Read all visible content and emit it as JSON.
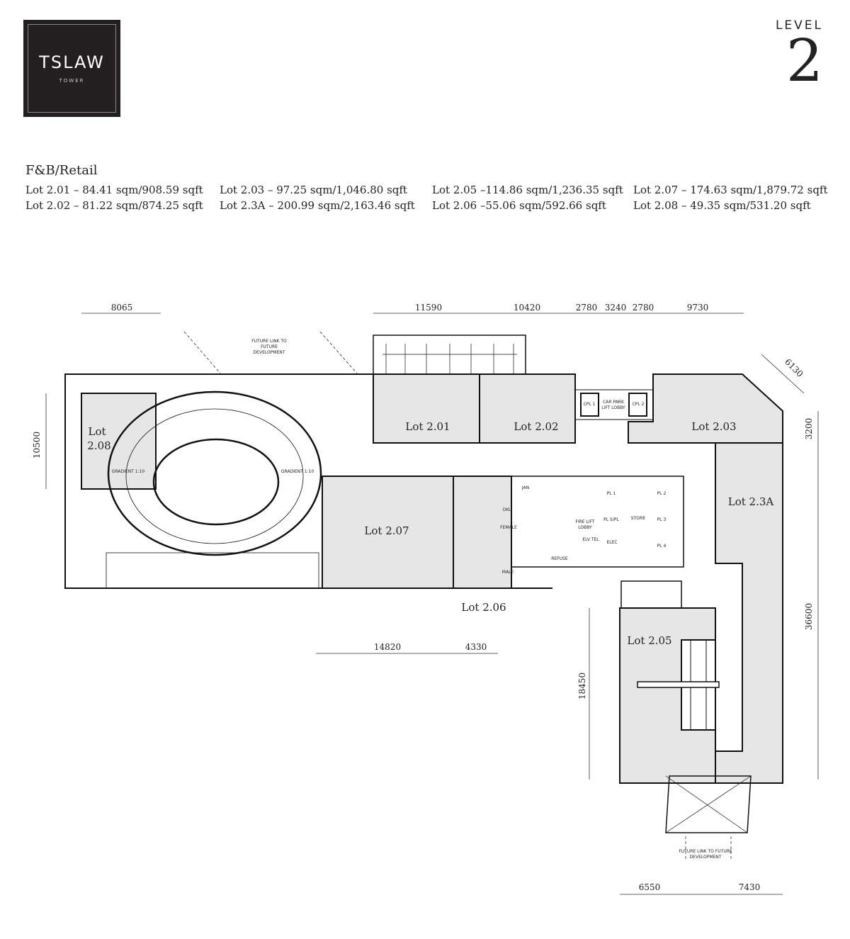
{
  "brand": {
    "name": "TSLAW",
    "sub": "TOWER"
  },
  "level": {
    "label": "LEVEL",
    "number": "2"
  },
  "heading": "F&B/Retail",
  "lots_list": [
    [
      "Lot 2.01 – 84.41 sqm/908.59 sqft",
      "Lot 2.02 – 81.22 sqm/874.25 sqft"
    ],
    [
      "Lot 2.03 – 97.25 sqm/1,046.80 sqft",
      "Lot 2.3A – 200.99 sqm/2,163.46 sqft"
    ],
    [
      "Lot 2.05 –114.86 sqm/1,236.35 sqft",
      "Lot 2.06 –55.06 sqm/592.66 sqft"
    ],
    [
      "Lot 2.07 – 174.63 sqm/1,879.72 sqft",
      "Lot 2.08 – 49.35 sqm/531.20 sqft"
    ]
  ],
  "plan": {
    "lot_labels": {
      "l201": "Lot 2.01",
      "l202": "Lot 2.02",
      "l203": "Lot 2.03",
      "l23a": "Lot 2.3A",
      "l205": "Lot 2.05",
      "l206": "Lot 2.06",
      "l207": "Lot 2.07",
      "l208a": "Lot",
      "l208b": "2.08"
    },
    "dimensions": {
      "d8065": "8065",
      "d11590": "11590",
      "d10420": "10420",
      "d2780a": "2780",
      "d3240": "3240",
      "d2780b": "2780",
      "d9730": "9730",
      "d6130": "6130",
      "d3200": "3200",
      "d10500": "10500",
      "d36600": "36600",
      "d14820": "14820",
      "d4330": "4330",
      "d18450": "18450",
      "d6550": "6550",
      "d7430": "7430"
    },
    "rooms": {
      "future1a": "FUTURE LINK TO",
      "future1b": "FUTURE",
      "future1c": "DEVELOPMENT",
      "future2a": "FUTURE LINK TO FUTURE",
      "future2b": "DEVELOPMENT",
      "grad1": "GRADIENT 1:10",
      "grad2": "GRADIENT 1:10",
      "cpl1": "CPL 1",
      "cpl2": "CPL 2",
      "cplobby1": "CAR PARK",
      "cplobby2": "LIFT LOBBY",
      "jan": "JAN",
      "oku": "OKU",
      "female": "FEMALE",
      "male": "MALE",
      "fire1": "FIRE LIFT",
      "fire2": "LOBBY",
      "store": "STORE",
      "pl1": "PL 1",
      "pl2": "PL 2",
      "pl3": "PL 3",
      "pl4": "PL 4",
      "pls": "PL S/PL",
      "elec": "ELEC",
      "refuse": "REFUSE",
      "elv": "ELV TEL"
    }
  },
  "colors": {
    "lot_fill": "#e6e6e6",
    "wall": "#111111",
    "logo_bg": "#231f20"
  }
}
